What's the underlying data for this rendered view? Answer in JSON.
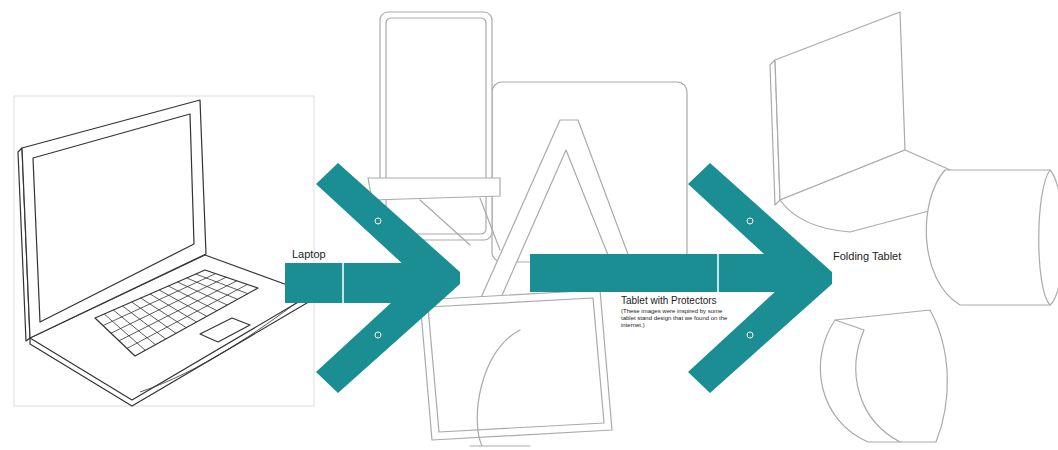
{
  "diagram": {
    "labels": [
      "Laptop",
      "Tablet with Protectors",
      "(These images were inspired by some tablet stand design that we found on the internet.)",
      "Folding Tablet"
    ]
  }
}
